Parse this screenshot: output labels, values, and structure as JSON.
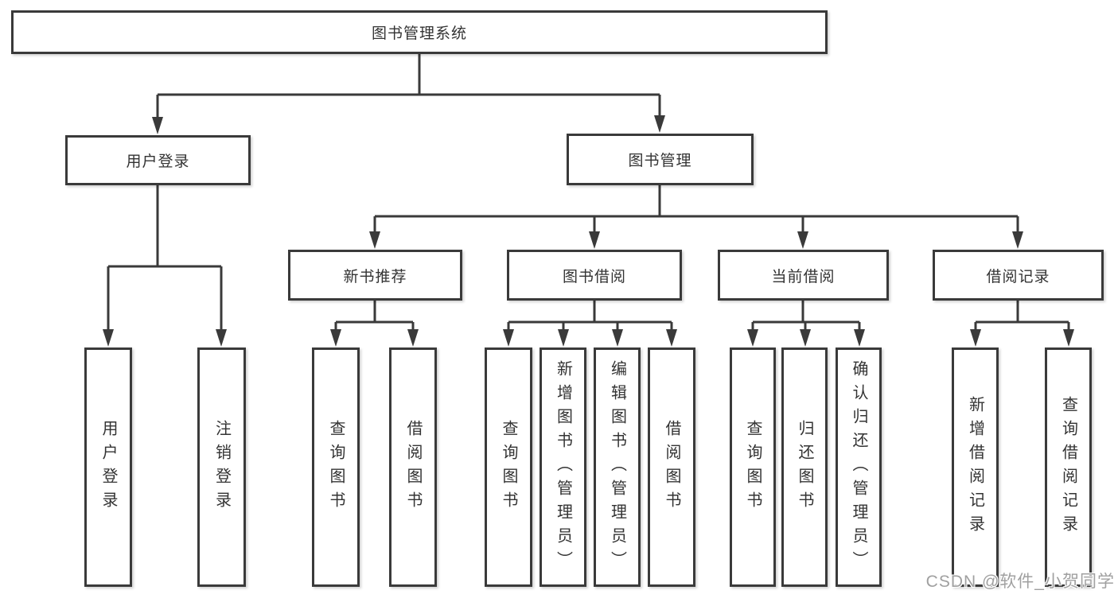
{
  "diagram": {
    "title": "图书管理系统",
    "branches": [
      {
        "label": "用户登录",
        "children": [
          {
            "label": "用户登录"
          },
          {
            "label": "注销登录"
          }
        ]
      },
      {
        "label": "图书管理",
        "sections": [
          {
            "label": "新书推荐",
            "children": [
              {
                "label": "查询图书"
              },
              {
                "label": "借阅图书"
              }
            ]
          },
          {
            "label": "图书借阅",
            "children": [
              {
                "label": "查询图书"
              },
              {
                "label": "新增图书（管理员）"
              },
              {
                "label": "编辑图书（管理员）"
              },
              {
                "label": "借阅图书"
              }
            ]
          },
          {
            "label": "当前借阅",
            "children": [
              {
                "label": "查询图书"
              },
              {
                "label": "归还图书"
              },
              {
                "label": "确认归还（管理员）"
              }
            ]
          },
          {
            "label": "借阅记录",
            "children": [
              {
                "label": "新增借阅记录"
              },
              {
                "label": "查询借阅记录"
              }
            ]
          }
        ]
      }
    ]
  },
  "watermark": {
    "text": "CSDN @软件_小贺同学"
  },
  "colors": {
    "line": "#3a3a3a",
    "text": "#333333",
    "watermark": "#a0a0a0"
  }
}
